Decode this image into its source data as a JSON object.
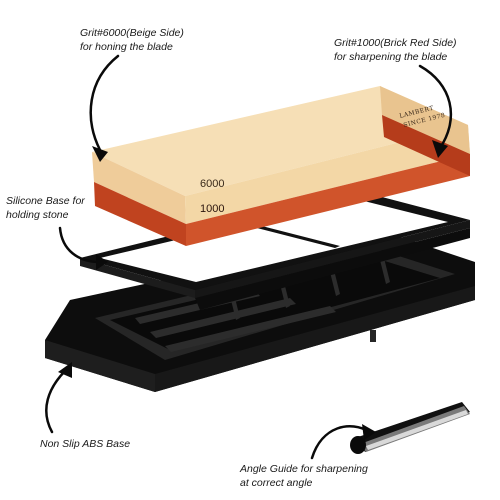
{
  "callouts": {
    "grit6000": {
      "line1": "Grit#6000(Beige Side)",
      "line2": "for honing the blade"
    },
    "grit1000": {
      "line1": "Grit#1000(Brick Red Side)",
      "line2": "for sharpening the blade"
    },
    "silicone_base": {
      "line1": "Silicone Base for",
      "line2": "holding stone"
    },
    "abs_base": {
      "line1": "Non Slip ABS Base"
    },
    "angle_guide": {
      "line1": "Angle Guide for sharpening",
      "line2": "at correct angle"
    }
  },
  "stone": {
    "top_grit_label": "6000",
    "bottom_grit_label": "1000",
    "brand_line1": "LAMBERT",
    "brand_line2": "SINCE 1978",
    "colors": {
      "beige_top": "#f6dfb6",
      "beige_side": "#efcc9a",
      "red_side": "#c0431f",
      "red_end": "#d0542b"
    }
  },
  "colors": {
    "rubber": "#0b0b0b",
    "abs_base": "#101010",
    "text": "#1a1a1a"
  }
}
